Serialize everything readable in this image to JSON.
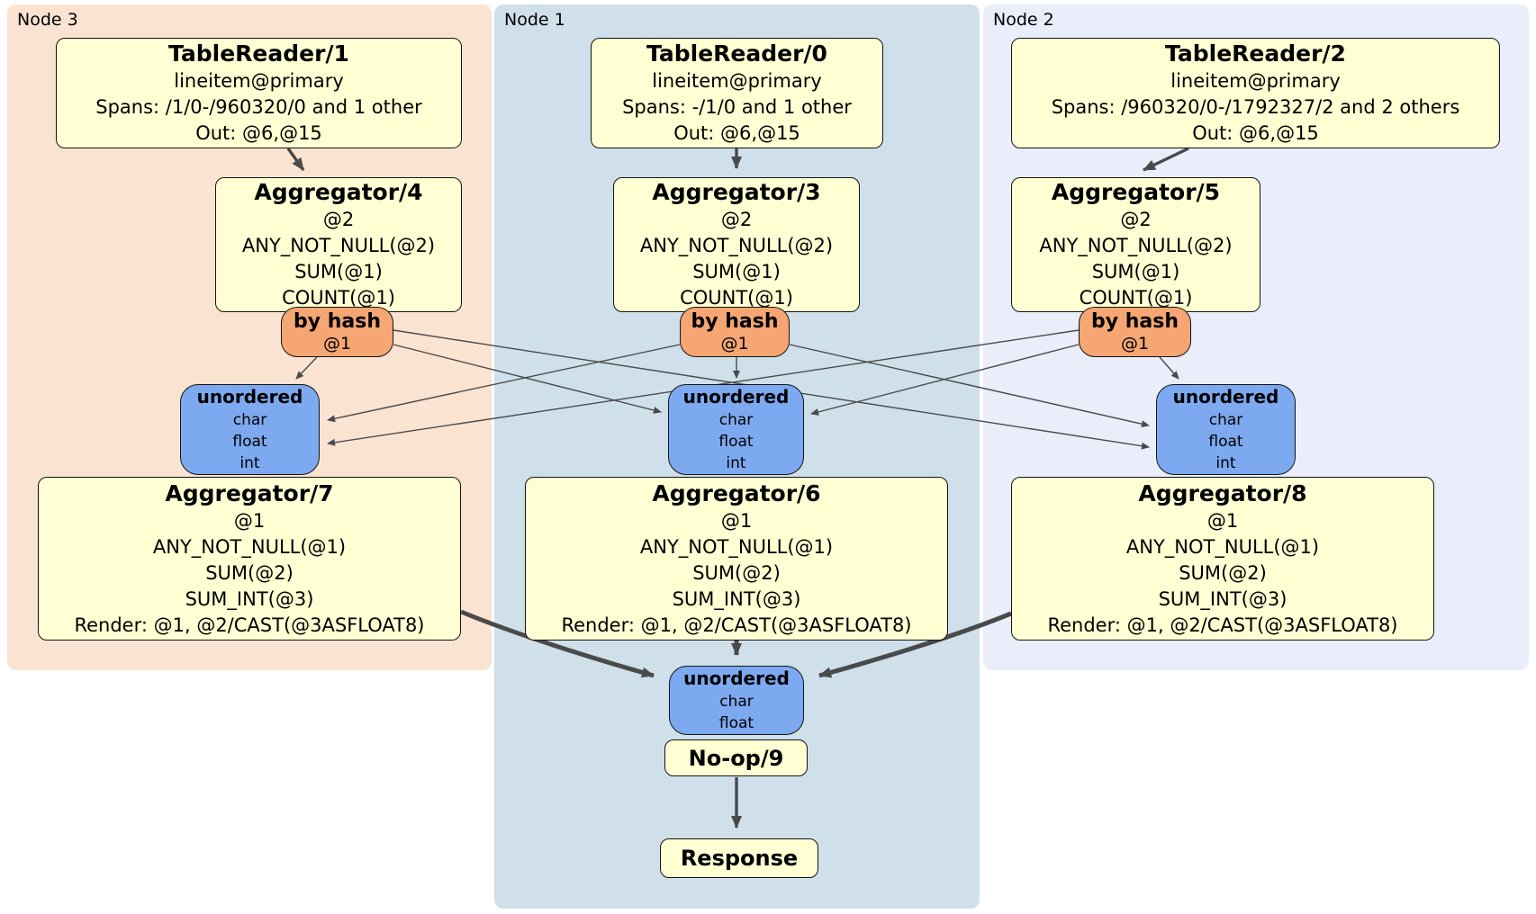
{
  "regions": [
    {
      "label": "Node 3"
    },
    {
      "label": "Node 1"
    },
    {
      "label": "Node 2"
    }
  ],
  "readers": [
    {
      "title": "TableReader/1",
      "lines": [
        "lineitem@primary",
        "Spans: /1/0-/960320/0 and 1 other",
        "Out: @6,@15"
      ]
    },
    {
      "title": "TableReader/0",
      "lines": [
        "lineitem@primary",
        "Spans: -/1/0 and 1 other",
        "Out: @6,@15"
      ]
    },
    {
      "title": "TableReader/2",
      "lines": [
        "lineitem@primary",
        "Spans: /960320/0-/1792327/2 and 2 others",
        "Out: @6,@15"
      ]
    }
  ],
  "stage1_aggregators": [
    {
      "title": "Aggregator/4",
      "lines": [
        "@2",
        "ANY_NOT_NULL(@2)",
        "SUM(@1)",
        "COUNT(@1)"
      ]
    },
    {
      "title": "Aggregator/3",
      "lines": [
        "@2",
        "ANY_NOT_NULL(@2)",
        "SUM(@1)",
        "COUNT(@1)"
      ]
    },
    {
      "title": "Aggregator/5",
      "lines": [
        "@2",
        "ANY_NOT_NULL(@2)",
        "SUM(@1)",
        "COUNT(@1)"
      ]
    }
  ],
  "routers": [
    {
      "title": "by hash",
      "detail": "@1"
    },
    {
      "title": "by hash",
      "detail": "@1"
    },
    {
      "title": "by hash",
      "detail": "@1"
    }
  ],
  "syncs": [
    {
      "title": "unordered",
      "lines": [
        "char",
        "float",
        "int"
      ]
    },
    {
      "title": "unordered",
      "lines": [
        "char",
        "float",
        "int"
      ]
    },
    {
      "title": "unordered",
      "lines": [
        "char",
        "float",
        "int"
      ]
    }
  ],
  "stage2_aggregators": [
    {
      "title": "Aggregator/7",
      "lines": [
        "@1",
        "ANY_NOT_NULL(@1)",
        "SUM(@2)",
        "SUM_INT(@3)",
        "Render: @1, @2/CAST(@3ASFLOAT8)"
      ]
    },
    {
      "title": "Aggregator/6",
      "lines": [
        "@1",
        "ANY_NOT_NULL(@1)",
        "SUM(@2)",
        "SUM_INT(@3)",
        "Render: @1, @2/CAST(@3ASFLOAT8)"
      ]
    },
    {
      "title": "Aggregator/8",
      "lines": [
        "@1",
        "ANY_NOT_NULL(@1)",
        "SUM(@2)",
        "SUM_INT(@3)",
        "Render: @1, @2/CAST(@3ASFLOAT8)"
      ]
    }
  ],
  "final_sync": {
    "title": "unordered",
    "lines": [
      "char",
      "float"
    ]
  },
  "noop": {
    "title": "No-op/9"
  },
  "response": {
    "title": "Response"
  },
  "colors": {
    "node3_bg": "#fbe3d2",
    "node1_bg": "#cfe0ea",
    "node2_bg": "#e9eefa",
    "processor_bg": "#feffd2",
    "router_bg": "#f5a673",
    "sync_bg": "#7ca9f0",
    "box_border": "#141414",
    "edge": "#4a4a4a"
  }
}
